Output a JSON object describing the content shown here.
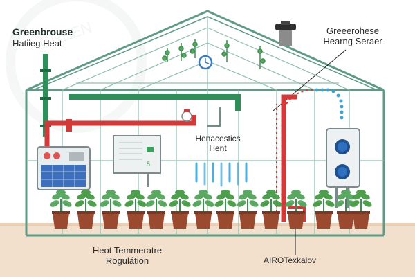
{
  "title": {
    "main": "Greenbrouse",
    "sub": "Hatiieg Heat"
  },
  "labels": {
    "top_right": [
      "Greeerohese",
      "Hearng Seraer"
    ],
    "middle": [
      "Henacestics",
      "Hent"
    ],
    "bottom_left": [
      "Heot Temmeratre",
      "Rogulátion"
    ],
    "bottom_right": "AIROTexkalov",
    "control_panel_number": "5"
  },
  "watermark": "GREEN",
  "colors": {
    "frame": "#5f9a86",
    "pipe_red": "#d23a3a",
    "pipe_green": "#2e8f5a",
    "coolant_blue": "#3aa6d8",
    "pot": "#9b4a2f",
    "soil": "#f2dfcc",
    "solar_panel": "#3d6fbf"
  },
  "icons": [
    "chimney-icon",
    "clock-icon",
    "solar-panel-icon",
    "control-unit-icon",
    "thermostat-icon",
    "plant-icon"
  ]
}
